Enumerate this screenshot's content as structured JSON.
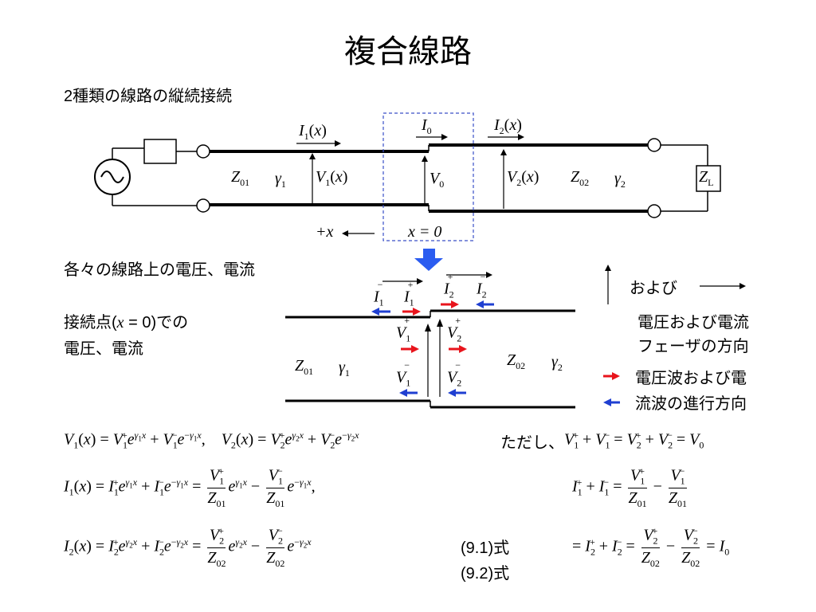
{
  "title": "複合線路",
  "subtitle": "2種類の線路の縦続接続",
  "labels": {
    "each_line": "各々の線路上の電圧、電流",
    "junction_line1_a": "接続点(",
    "junction_x": "x",
    "junction_line1_b": " = 0)での",
    "junction_line2": "電圧、電流",
    "and": "および",
    "phasor_dir_1": "電圧および電流",
    "phasor_dir_2": "フェーザの方向",
    "wave_dir_1": "電圧波および電",
    "wave_dir_2": "流波の進行方向",
    "plus_x": "+x",
    "x_eq_0": "x = 0",
    "provided": "ただし、",
    "eq91": "(9.1)式",
    "eq92": "(9.2)式"
  },
  "symbols": {
    "I": "I",
    "V": "V",
    "Z": "Z",
    "gamma": "γ",
    "x": "x",
    "e": "e",
    "s0": "0",
    "s1": "1",
    "s2": "2",
    "s01": "01",
    "s02": "02",
    "sL": "L",
    "plus": "+",
    "minus": "−"
  },
  "colors": {
    "red_arrow": "#e8141c",
    "blue_arrow": "#1f3fd1",
    "big_arrow": "#2b5cf0",
    "dashed_box": "#3a4fc8"
  },
  "icons": {
    "source": "ac-source-icon",
    "impedance": "impedance-box-icon",
    "terminal": "terminal-circle-icon"
  }
}
